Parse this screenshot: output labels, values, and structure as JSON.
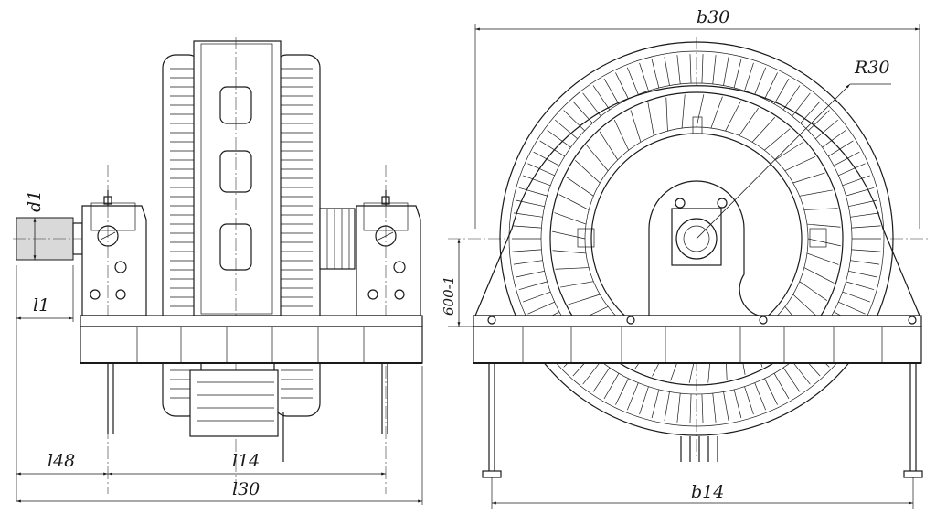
{
  "drawing": {
    "views": [
      "side-view",
      "front-view"
    ],
    "dimensions": {
      "b30": "b30",
      "r30": "R30",
      "d1": "d1",
      "l1": "l1",
      "h600": "600-1",
      "l48": "l48",
      "l14": "l14",
      "l30": "l30",
      "b14": "b14"
    }
  }
}
